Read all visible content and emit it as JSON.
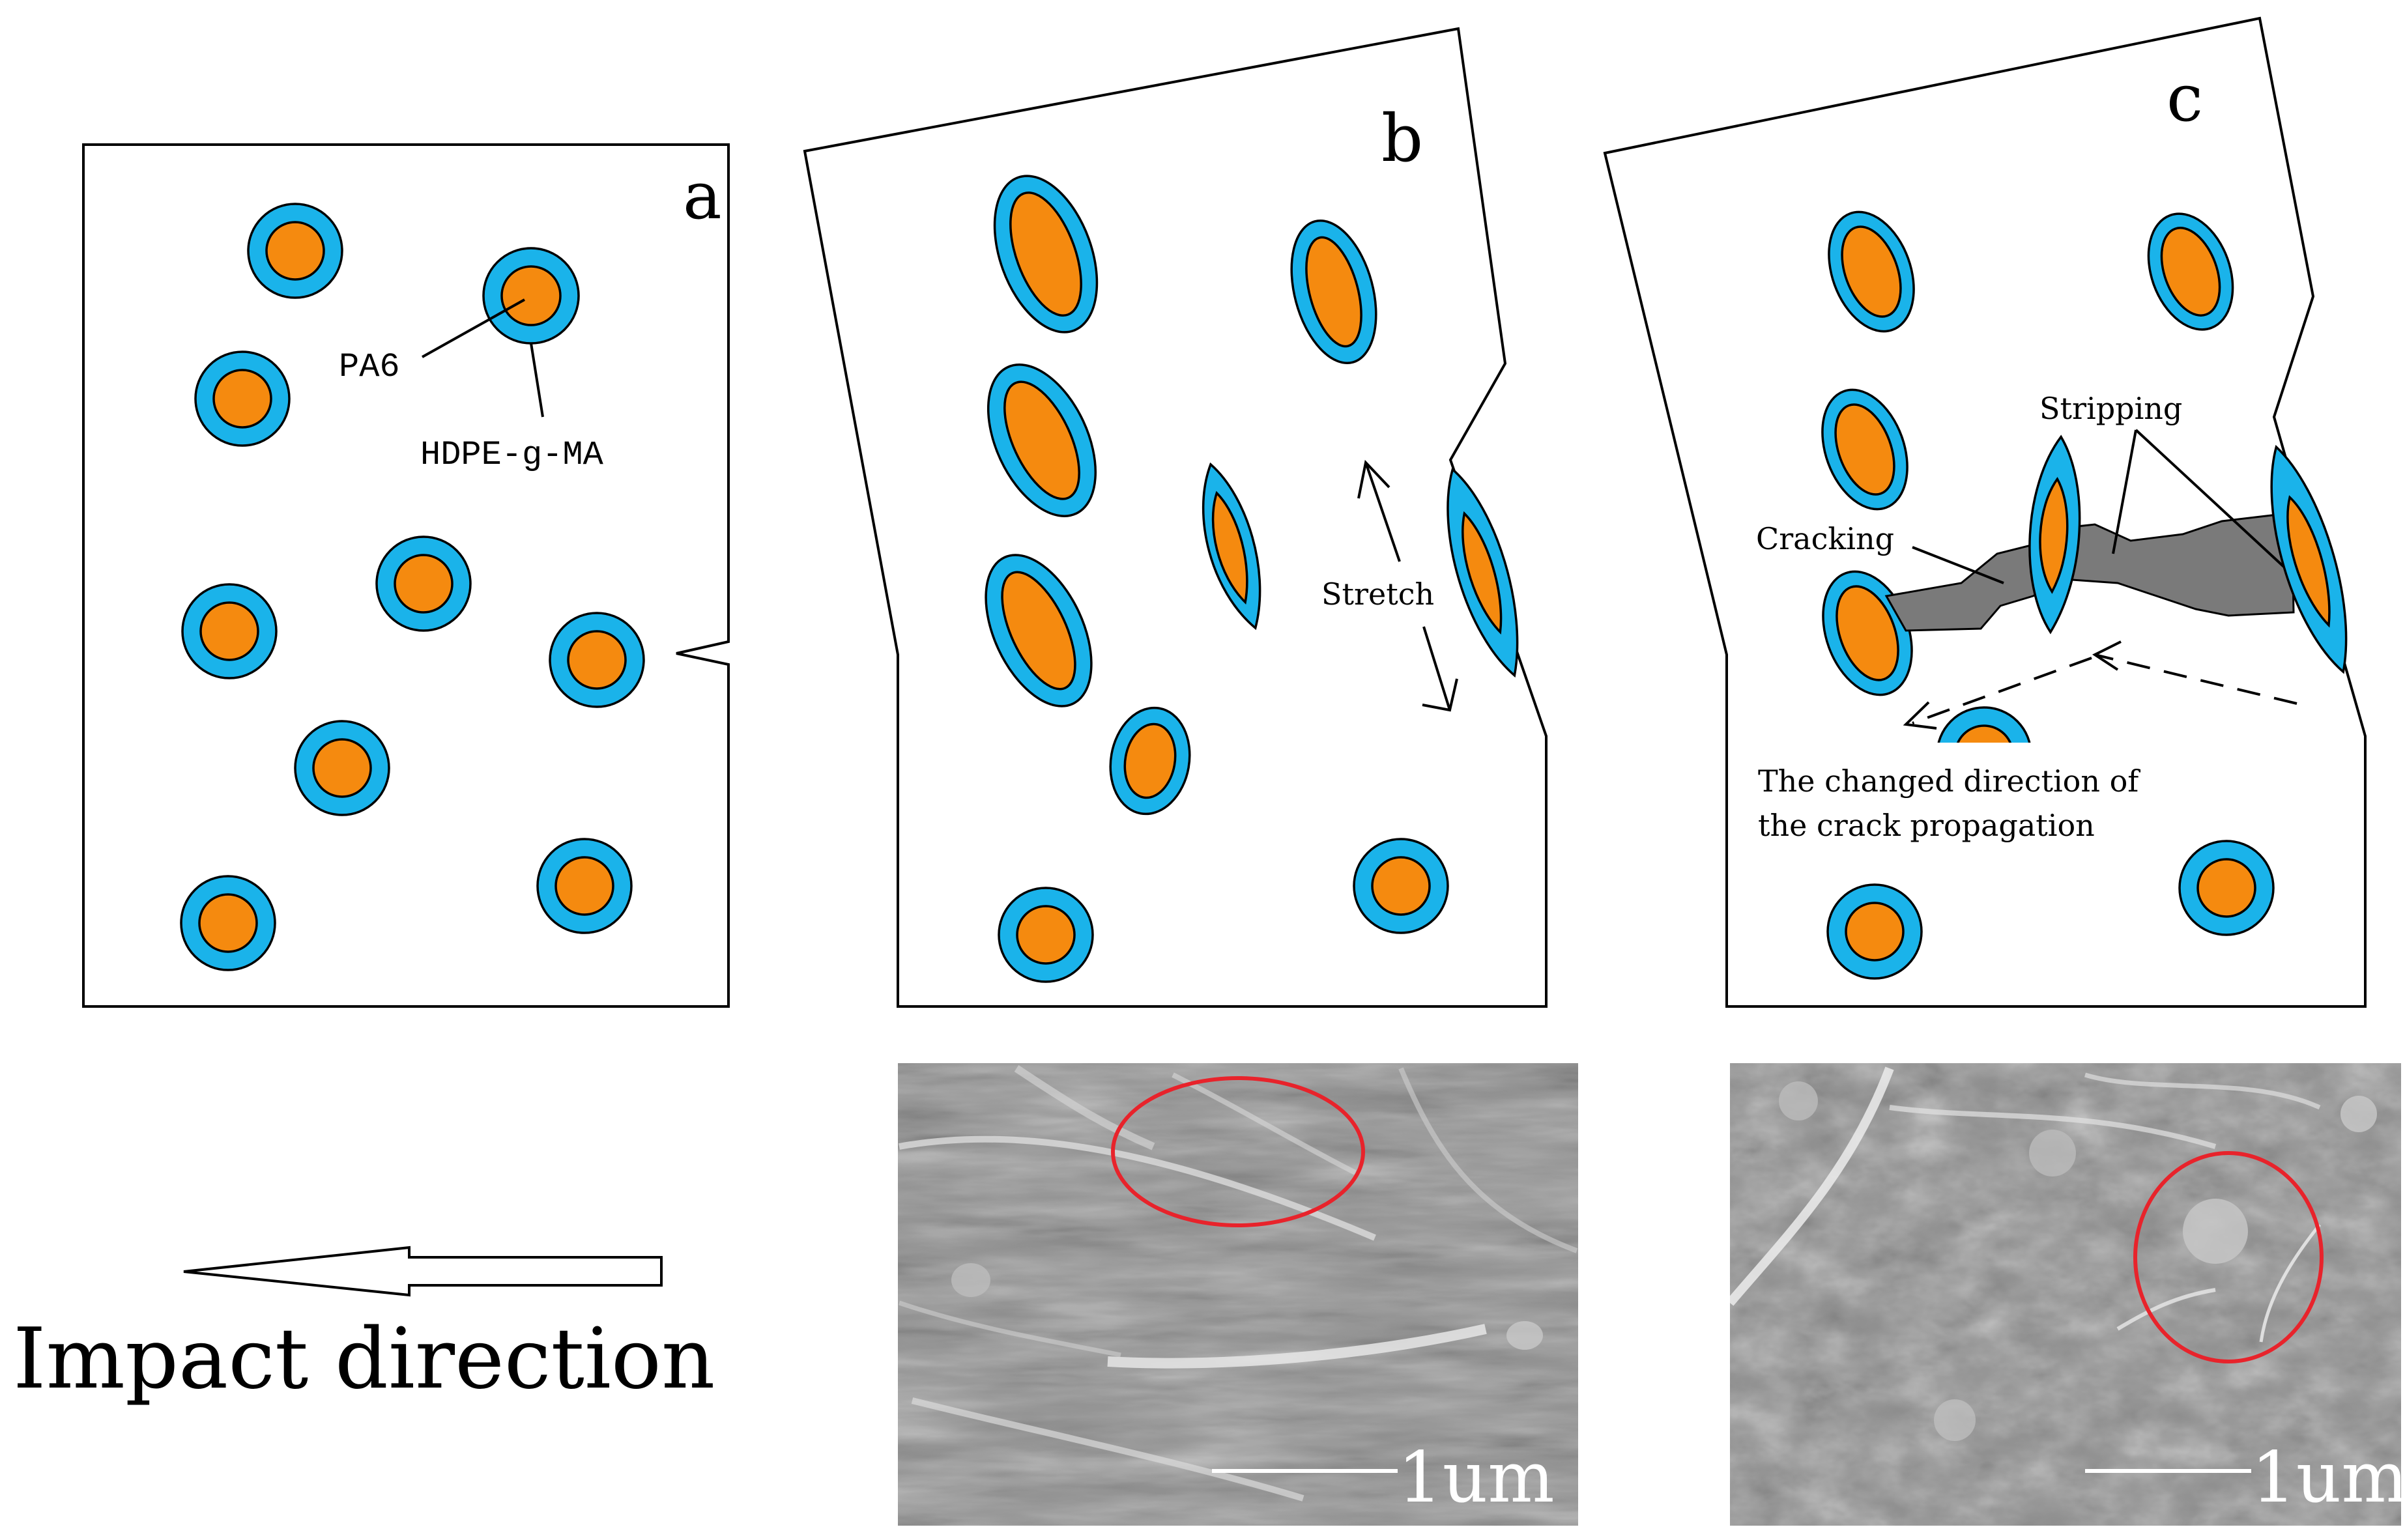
{
  "panels": {
    "a": {
      "letter": "a",
      "label_pa6": "PA6",
      "label_hdpe": "HDPE-g-MA"
    },
    "b": {
      "letter": "b",
      "label_stretch": "Stretch"
    },
    "c": {
      "letter": "c",
      "label_stripping": "Stripping",
      "label_cracking": "Cracking",
      "label_direction_line1": "The changed direction of",
      "label_direction_line2": "the crack propagation"
    }
  },
  "impact": {
    "label": "Impact direction"
  },
  "sem_images": [
    {
      "scale_label": "1um"
    },
    {
      "scale_label": "1um"
    }
  ],
  "colors": {
    "shell": "#1ab3ea",
    "core": "#f58a0f",
    "crack": "#7a7a7a",
    "highlight_circle": "#e8232b",
    "sem_background": "#8f8f8f"
  }
}
